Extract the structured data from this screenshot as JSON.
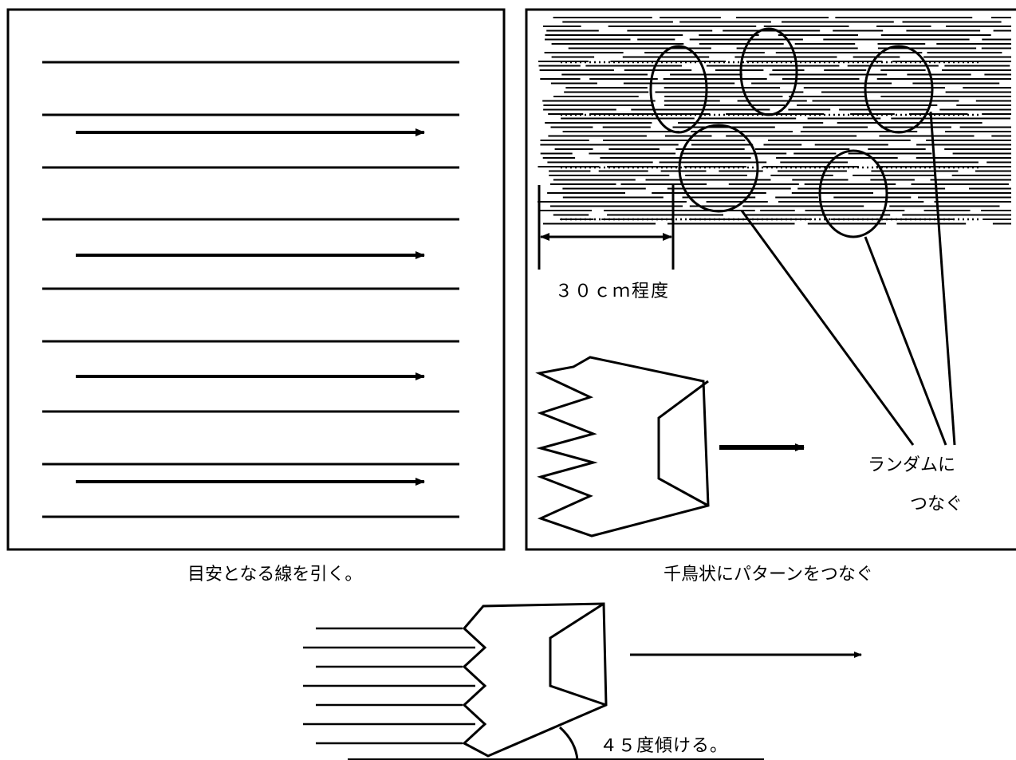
{
  "panels": {
    "left_caption": "目安となる線を引く。",
    "right_caption": "千鳥状にパターンをつなぐ",
    "measure_label": "３０ｃｍ程度",
    "random_line1": "ランダムに",
    "random_line2": "つなぐ",
    "angle_label": "４５度傾ける。"
  }
}
